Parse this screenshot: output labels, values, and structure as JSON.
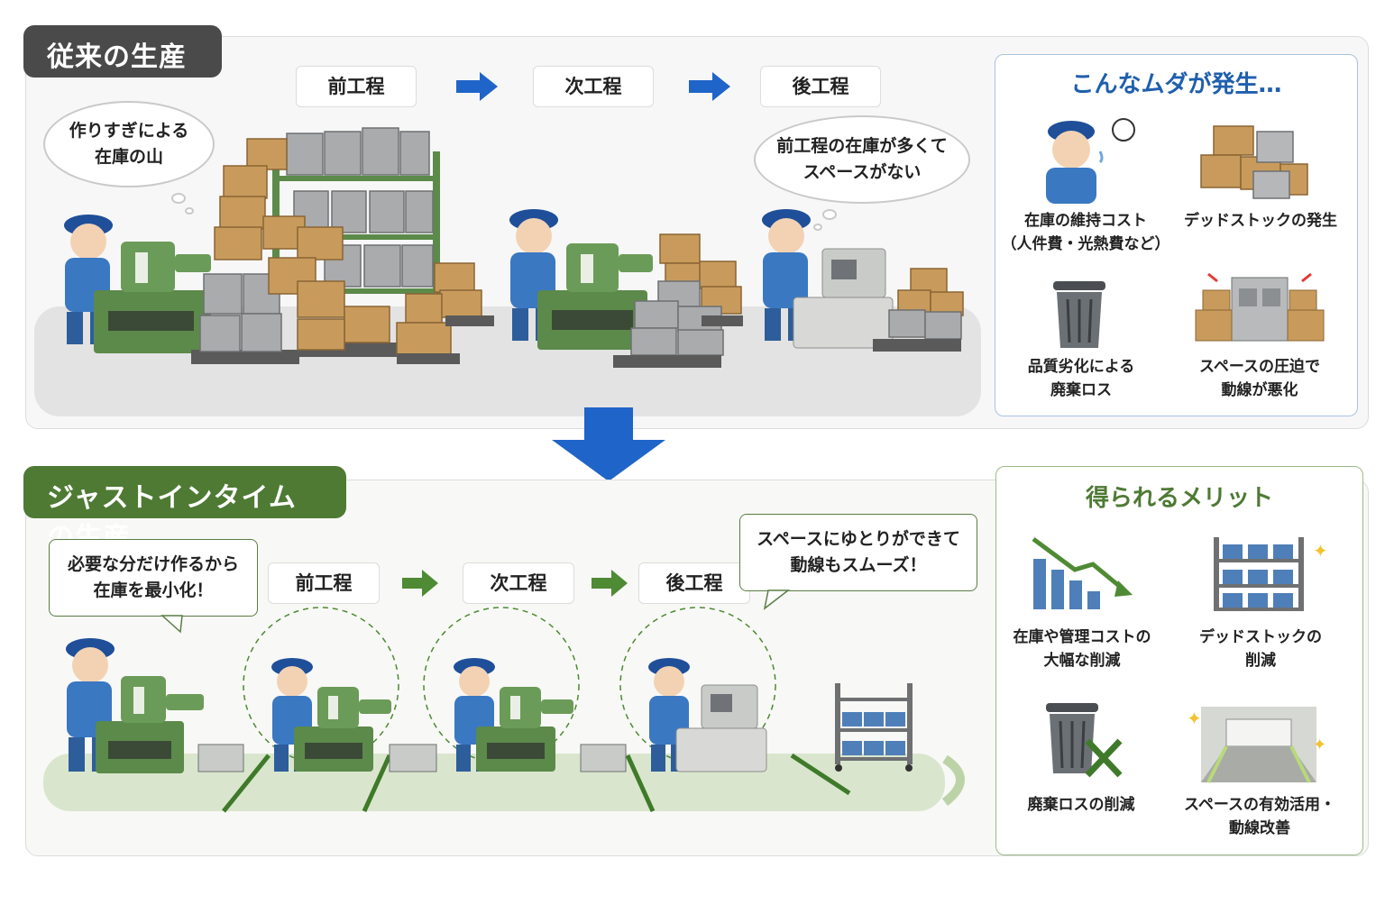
{
  "top": {
    "title": "従来の生産",
    "steps": [
      "前工程",
      "次工程",
      "後工程"
    ],
    "thought_left": "作りすぎによる\n在庫の山",
    "thought_right": "前工程の在庫が多くて\nスペースがない",
    "side_title": "こんなムダが発生…",
    "side_items": [
      {
        "icon": "worried-worker-icon",
        "label": "在庫の維持コスト\n（人件費・光熱費など）"
      },
      {
        "icon": "boxes-icon",
        "label": "デッドストックの発生"
      },
      {
        "icon": "trash-can-icon",
        "label": "品質劣化による\n廃棄ロス"
      },
      {
        "icon": "cramped-space-icon",
        "label": "スペースの圧迫で\n動線が悪化"
      }
    ]
  },
  "bottom": {
    "title": "ジャストインタイムの生産",
    "steps": [
      "前工程",
      "次工程",
      "後工程"
    ],
    "speech_left": "必要な分だけ作るから\n在庫を最小化！",
    "speech_right": "スペースにゆとりができて\n動線もスムーズ！",
    "side_title": "得られるメリット",
    "side_items": [
      {
        "icon": "down-trend-chart-icon",
        "label": "在庫や管理コストの\n大幅な削減"
      },
      {
        "icon": "tidy-shelf-icon",
        "label": "デッドストックの\n削減"
      },
      {
        "icon": "trash-can-cross-icon",
        "label": "廃棄ロスの削減"
      },
      {
        "icon": "clear-aisle-icon",
        "label": "スペースの有効活用・\n動線改善"
      }
    ]
  },
  "colors": {
    "top_title_bg": "#4a4a4a",
    "bottom_title_bg": "#4e7a34",
    "arrow_blue": "#1f64c8",
    "arrow_green": "#4f8a34",
    "machine_green": "#5c8a4a",
    "worker_blue": "#3a78c2",
    "box_tan": "#c89b5c",
    "box_gray": "#a9abad"
  }
}
